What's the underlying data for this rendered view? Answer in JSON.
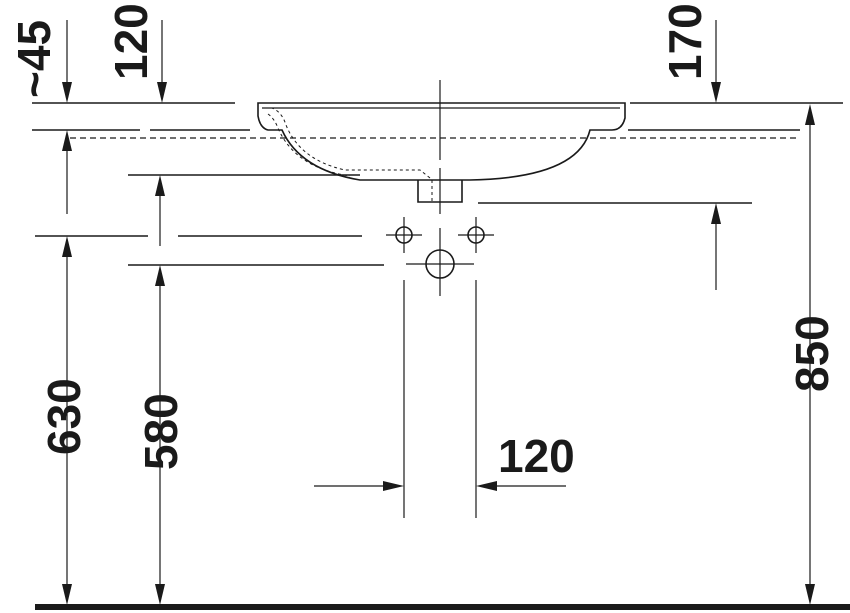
{
  "drawing": {
    "dimensions": {
      "rim_offset": "~45",
      "rim_left": "120",
      "rim_right": "170",
      "drain_width": "120",
      "height_630": "630",
      "height_580": "580",
      "height_850": "850"
    }
  }
}
